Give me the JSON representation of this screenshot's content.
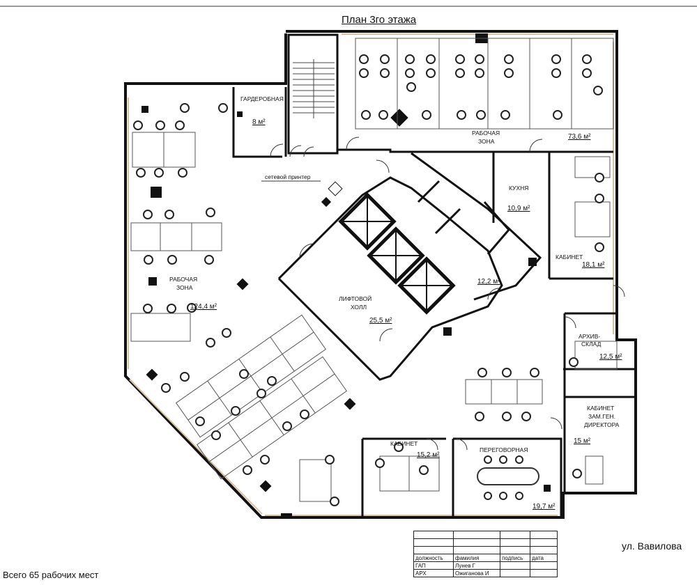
{
  "title": "План 3го этажа",
  "total_workplaces": "Всего 65 рабочих мест",
  "street": "ул. Вавилова",
  "rooms": {
    "cloakroom": {
      "name": "ГАРДЕРОБНАЯ",
      "area": "8 м²"
    },
    "work_zone_top": {
      "name_1": "РАБОЧАЯ",
      "name_2": "ЗОНА",
      "area": "73,6 м²"
    },
    "work_zone_left": {
      "name_1": "РАБОЧАЯ",
      "name_2": "ЗОНА",
      "area": "124,4 м²"
    },
    "kitchen": {
      "name": "КУХНЯ",
      "area": "10,9 м²"
    },
    "office_right": {
      "name": "КАБИНЕТ",
      "area": "18,1 м²"
    },
    "restroom": {
      "area": "12,2 м²"
    },
    "lift_hall": {
      "name_1": "ЛИФТОВОЙ",
      "name_2": "ХОЛЛ",
      "area": "25,5 м²"
    },
    "archive": {
      "name_1": "АРХИВ-",
      "name_2": "СКЛАД",
      "area": "12,5 м²"
    },
    "deputy_office": {
      "name_1": "КАБИНЕТ",
      "name_2": "ЗАМ.ГЕН.",
      "name_3": "ДИРЕКТОРА",
      "area": "15 м²"
    },
    "meeting_room": {
      "name": "ПЕРЕГОВОРНАЯ",
      "area": "19,7 м²"
    },
    "office_bottom": {
      "name": "КАБИНЕТ",
      "area": "15,2 м²"
    }
  },
  "printer_label": "сетевой принтер",
  "stamp": {
    "headers": [
      "должность",
      "фамилия",
      "подпись",
      "дата"
    ],
    "rows": [
      [
        "ГАП",
        "Лунев Г",
        "",
        ""
      ],
      [
        "АРХ",
        "Ожиганова И",
        "",
        ""
      ]
    ]
  }
}
